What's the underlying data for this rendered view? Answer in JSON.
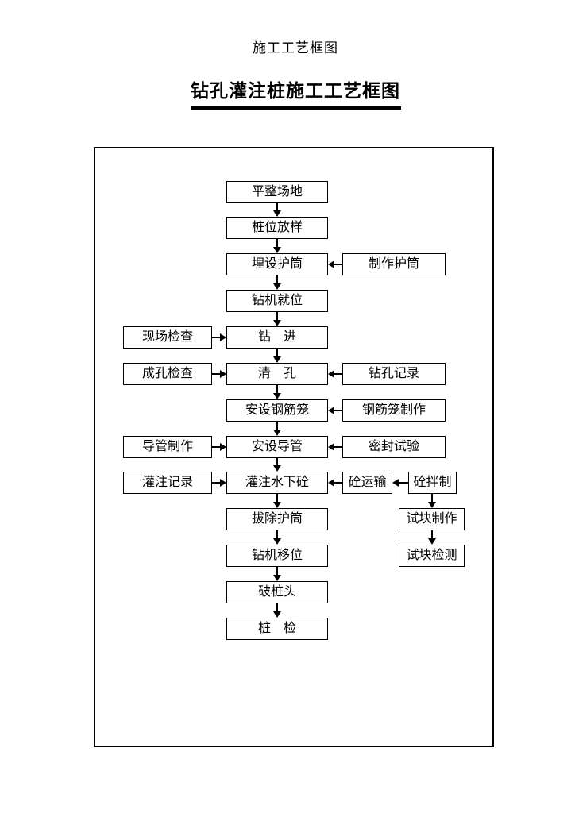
{
  "header": {
    "doc_title": "施工工艺框图",
    "main_title": "钻孔灌注桩施工工艺框图"
  },
  "colors": {
    "line": "#000000",
    "background": "#ffffff",
    "text": "#000000"
  },
  "nodes": {
    "level_site": "平整场地",
    "pile_layout": "桩位放样",
    "embed_casing": "埋设护筒",
    "rig_in_place": "钻机就位",
    "drilling": "钻　进",
    "clean_hole": "清　孔",
    "install_cage": "安设钢筋笼",
    "install_conduit": "安设导管",
    "pour_concrete": "灌注水下砼",
    "remove_casing": "拔除护筒",
    "rig_relocate": "钻机移位",
    "break_pile_head": "破桩头",
    "pile_test": "桩　检",
    "site_check": "现场检查",
    "hole_check": "成孔检查",
    "conduit_making": "导管制作",
    "pour_record": "灌注记录",
    "casing_making": "制作护筒",
    "drill_record": "钻孔记录",
    "cage_making": "钢筋笼制作",
    "seal_test": "密封试验",
    "concrete_transport": "砼运输",
    "concrete_mixing": "砼拌制",
    "test_block_making": "试块制作",
    "test_block_testing": "试块检测"
  },
  "edges": [
    {
      "from": "平整场地",
      "to": "桩位放样"
    },
    {
      "from": "桩位放样",
      "to": "埋设护筒"
    },
    {
      "from": "制作护筒",
      "to": "埋设护筒"
    },
    {
      "from": "埋设护筒",
      "to": "钻机就位"
    },
    {
      "from": "钻机就位",
      "to": "钻进"
    },
    {
      "from": "现场检查",
      "to": "钻进"
    },
    {
      "from": "钻进",
      "to": "清孔"
    },
    {
      "from": "成孔检查",
      "to": "清孔"
    },
    {
      "from": "钻孔记录",
      "to": "清孔"
    },
    {
      "from": "清孔",
      "to": "安设钢筋笼"
    },
    {
      "from": "钢筋笼制作",
      "to": "安设钢筋笼"
    },
    {
      "from": "安设钢筋笼",
      "to": "安设导管"
    },
    {
      "from": "导管制作",
      "to": "安设导管"
    },
    {
      "from": "密封试验",
      "to": "安设导管"
    },
    {
      "from": "安设导管",
      "to": "灌注水下砼"
    },
    {
      "from": "灌注记录",
      "to": "灌注水下砼"
    },
    {
      "from": "砼运输",
      "to": "灌注水下砼"
    },
    {
      "from": "砼拌制",
      "to": "砼运输"
    },
    {
      "from": "砼拌制",
      "to": "试块制作"
    },
    {
      "from": "试块制作",
      "to": "试块检测"
    },
    {
      "from": "灌注水下砼",
      "to": "拔除护筒"
    },
    {
      "from": "拔除护筒",
      "to": "钻机移位"
    },
    {
      "from": "钻机移位",
      "to": "破桩头"
    },
    {
      "from": "破桩头",
      "to": "桩检"
    }
  ]
}
